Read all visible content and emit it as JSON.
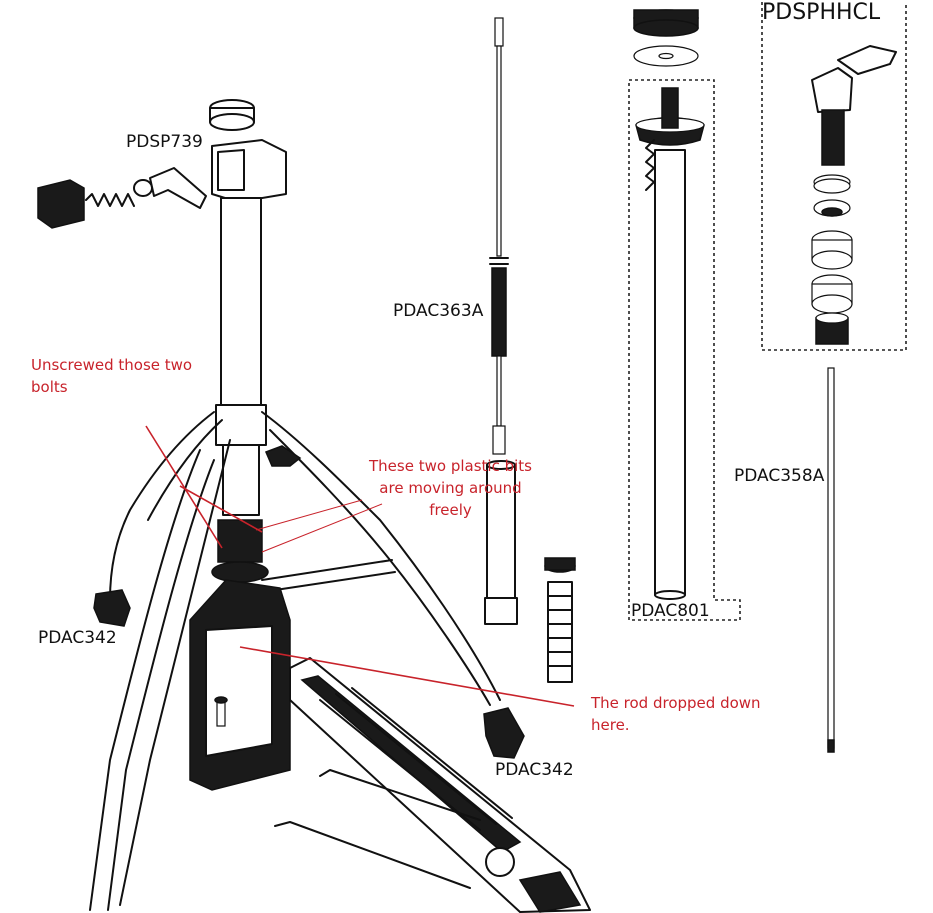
{
  "labels": {
    "pdsp739": "PDSP739",
    "pdac363a": "PDAC363A",
    "pdac342_left": "PDAC342",
    "pdac342_right": "PDAC342",
    "pdac801": "PDAC801",
    "pdsphhcl": "PDSPHHCL",
    "pdac358a": "PDAC358A"
  },
  "annotations": {
    "bolts_note": "Unscrewed those two bolts",
    "plastic_note": "These two plastic bits are moving around freely",
    "rod_note": "The rod dropped down here."
  },
  "colors": {
    "annotation": "#c8232b",
    "linework": "#111111"
  }
}
